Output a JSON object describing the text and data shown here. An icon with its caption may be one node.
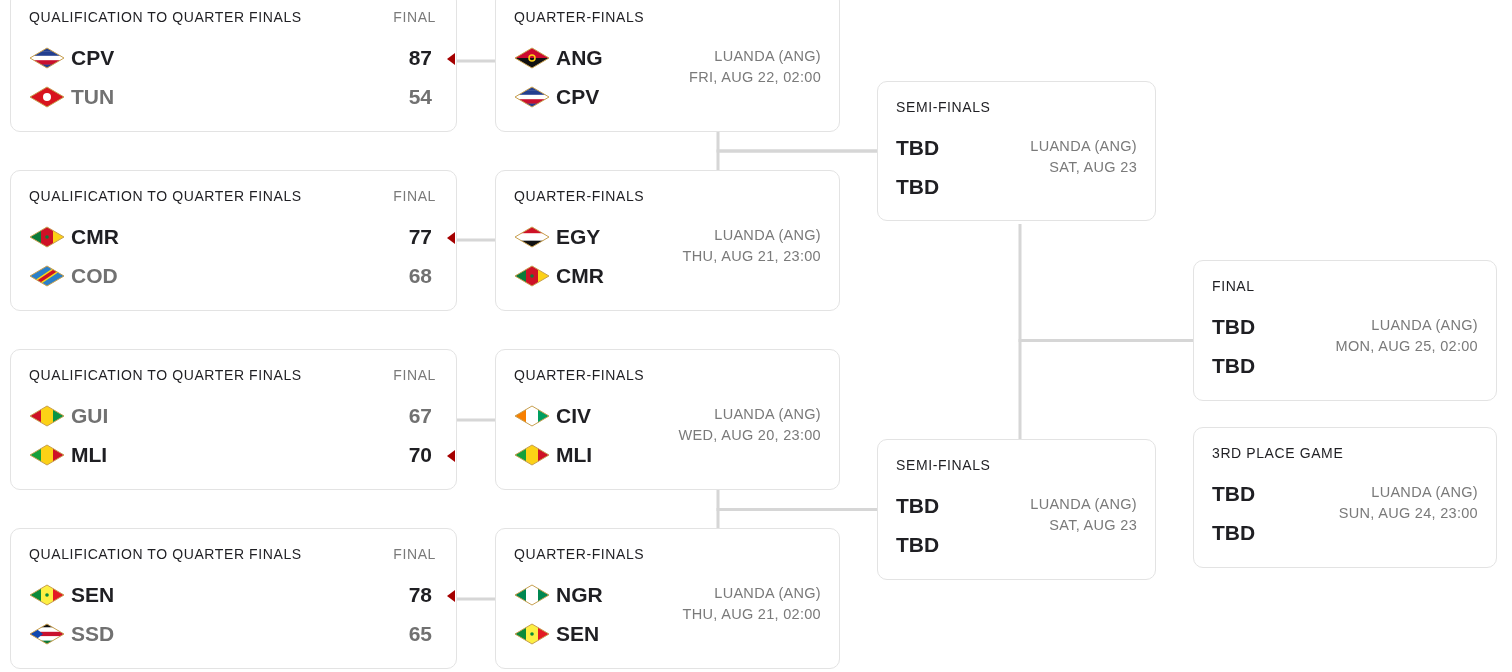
{
  "diagram": {
    "nodes": [
      {
        "text": [
          "QUALIFICATION TO QUARTER FINALS",
          "FINAL",
          "CPV",
          "87",
          "TUN",
          "54"
        ]
      },
      {
        "text": [
          "QUALIFICATION TO QUARTER FINALS",
          "FINAL",
          "CMR",
          "77",
          "COD",
          "68"
        ]
      },
      {
        "text": [
          "QUALIFICATION TO QUARTER FINALS",
          "FINAL",
          "GUI",
          "67",
          "MLI",
          "70"
        ]
      },
      {
        "text": [
          "QUALIFICATION TO QUARTER FINALS",
          "FINAL",
          "SEN",
          "78",
          "SSD",
          "65"
        ]
      },
      {
        "text": [
          "QUARTER-FINALS",
          "ANG",
          "CPV",
          "LUANDA (ANG)",
          "FRI, AUG 22, 02:00"
        ]
      },
      {
        "text": [
          "QUARTER-FINALS",
          "EGY",
          "CMR",
          "LUANDA (ANG)",
          "THU, AUG 21, 23:00"
        ]
      },
      {
        "text": [
          "QUARTER-FINALS",
          "CIV",
          "MLI",
          "LUANDA (ANG)",
          "WED, AUG 20, 23:00"
        ]
      },
      {
        "text": [
          "QUARTER-FINALS",
          "NGR",
          "SEN",
          "LUANDA (ANG)",
          "THU, AUG 21, 02:00"
        ]
      },
      {
        "text": [
          "SEMI-FINALS",
          "TBD",
          "TBD",
          "LUANDA (ANG)",
          "SAT, AUG 23"
        ]
      },
      {
        "text": [
          "SEMI-FINALS",
          "TBD",
          "TBD",
          "LUANDA (ANG)",
          "SAT, AUG 23"
        ]
      },
      {
        "text": [
          "FINAL",
          "TBD",
          "TBD",
          "LUANDA (ANG)",
          "MON, AUG 25, 02:00"
        ]
      },
      {
        "text": [
          "3RD PLACE GAME",
          "TBD",
          "TBD",
          "LUANDA (ANG)",
          "SUN, AUG 24, 23:00"
        ]
      }
    ],
    "edges": [
      {
        "from": 0,
        "to": 4,
        "arrow": "none"
      },
      {
        "from": 1,
        "to": 5,
        "arrow": "none"
      },
      {
        "from": 2,
        "to": 6,
        "arrow": "none"
      },
      {
        "from": 3,
        "to": 7,
        "arrow": "none"
      },
      {
        "from": 4,
        "to": 8,
        "arrow": "none"
      },
      {
        "from": 5,
        "to": 8,
        "arrow": "none"
      },
      {
        "from": 6,
        "to": 9,
        "arrow": "none"
      },
      {
        "from": 7,
        "to": 9,
        "arrow": "none"
      },
      {
        "from": 8,
        "to": 10,
        "arrow": "none"
      },
      {
        "from": 9,
        "to": 10,
        "arrow": "none"
      }
    ]
  }
}
